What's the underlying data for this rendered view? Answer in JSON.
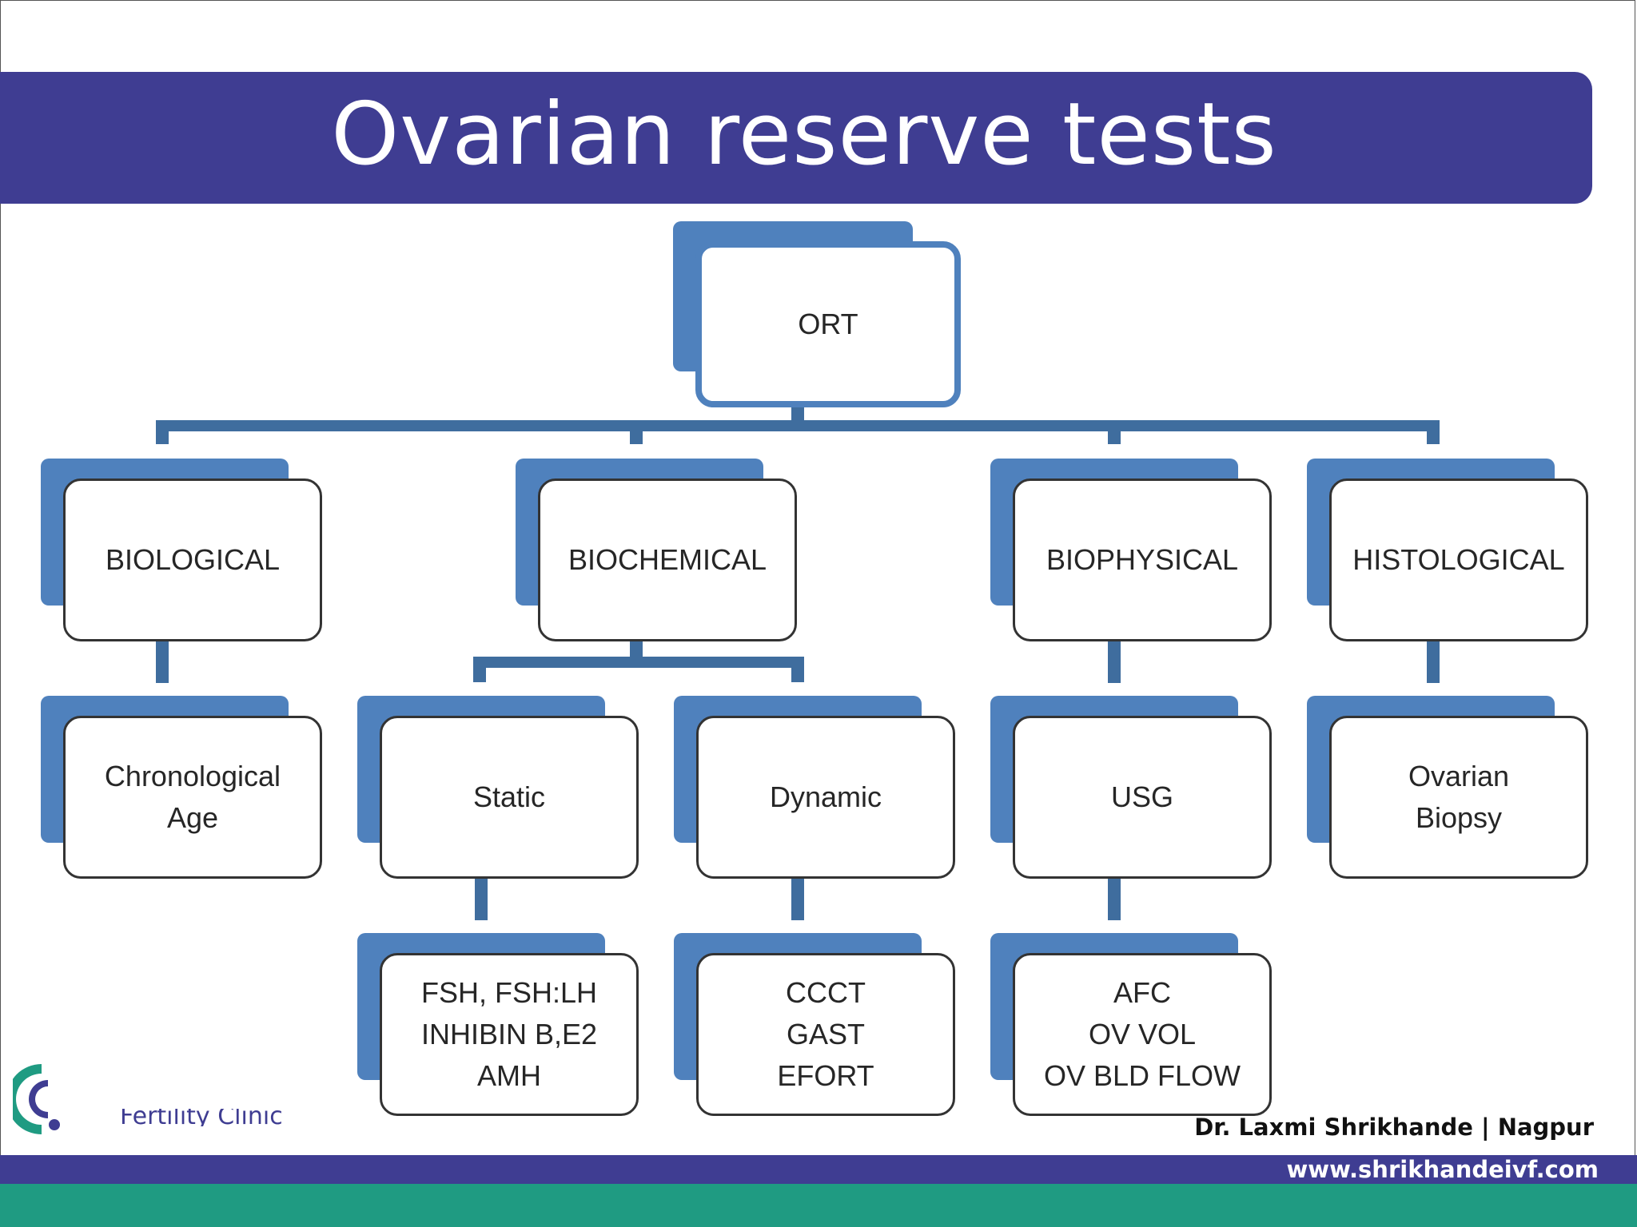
{
  "slide": {
    "title": "Ovarian reserve tests",
    "doctor": "Dr. Laxmi Shrikhande | Nagpur",
    "website": "www.shrikhandeivf.com",
    "clinic_name": "Fertility Clinic"
  },
  "diagram": {
    "root": "ORT",
    "categories": {
      "biological": "BIOLOGICAL",
      "biochemical": "BIOCHEMICAL",
      "biophysical": "BIOPHYSICAL",
      "histological": "HISTOLOGICAL"
    },
    "level2": {
      "chronological_age": "Chronological\nAge",
      "static": "Static",
      "dynamic": "Dynamic",
      "usg": "USG",
      "ovarian_biopsy": "Ovarian\nBiopsy"
    },
    "level3": {
      "static_tests": "FSH, FSH:LH\nINHIBIN B,E2\nAMH",
      "dynamic_tests": "CCCT\nGAST\nEFORT",
      "usg_tests": "AFC\nOV VOL\nOV BLD FLOW"
    }
  },
  "colors": {
    "title_bar": "#3f3d92",
    "node_accent": "#4f81bd",
    "connector": "#3f6d9e",
    "footer_teal": "#1f9b82"
  }
}
